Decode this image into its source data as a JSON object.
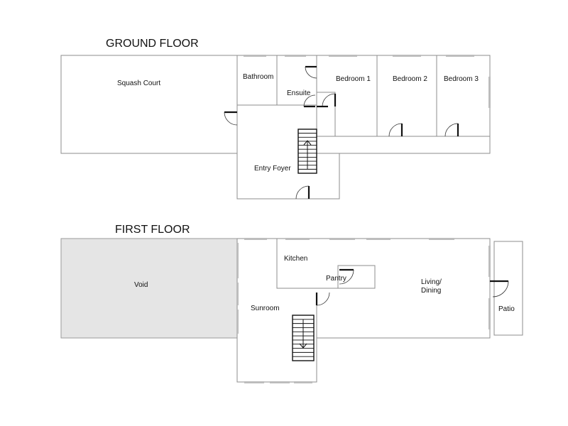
{
  "ground_floor": {
    "title": "GROUND FLOOR",
    "rooms": {
      "squash_court": "Squash Court",
      "bathroom": "Bathroom",
      "ensuite": "Ensuite",
      "bedroom_1": "Bedroom 1",
      "bedroom_2": "Bedroom 2",
      "bedroom_3": "Bedroom 3",
      "entry_foyer": "Entry Foyer"
    },
    "stair_direction": "up"
  },
  "first_floor": {
    "title": "FIRST FLOOR",
    "rooms": {
      "void": "Void",
      "kitchen": "Kitchen",
      "pantry": "Pantry",
      "living_dining_line1": "Living/",
      "living_dining_line2": "Dining",
      "sunroom": "Sunroom",
      "patio": "Patio"
    },
    "stair_direction": "down"
  },
  "colors": {
    "wall": "#8c8c8c",
    "void_fill": "#e5e5e5",
    "window": "#bdbdbd",
    "door": "#111111"
  }
}
